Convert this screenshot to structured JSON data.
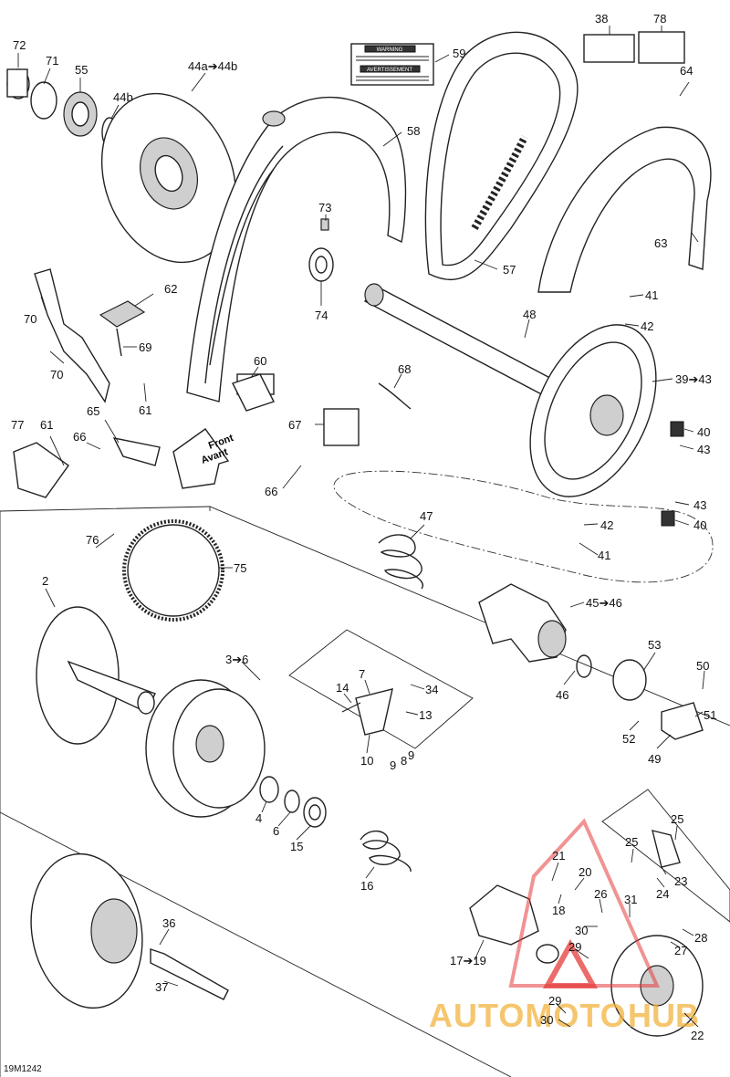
{
  "diagram_code": "19M1242",
  "watermark": {
    "text_a": "AUTOMOTO",
    "text_b": "HUB",
    "accent_color": "#e63a3a",
    "text_color": "#f2b33d"
  },
  "front_arrow": {
    "line1": "Front",
    "line2": "Avant"
  },
  "warning_label": {
    "title1": "WARNING",
    "title2": "AVERTISSEMENT"
  },
  "callouts": {
    "c72": "72",
    "c71": "71",
    "c55": "55",
    "c44a": "44a➔44b",
    "c44b": "44b",
    "c59": "59",
    "c38": "38",
    "c78": "78",
    "c64": "64",
    "c58": "58",
    "c62": "62",
    "c70a": "70",
    "c69": "69",
    "c70b": "70",
    "c73": "73",
    "c57": "57",
    "c74": "74",
    "c63": "63",
    "c41a": "41",
    "c42a": "42",
    "c48": "48",
    "c60": "60",
    "c61a": "61",
    "c68": "68",
    "c39": "39➔43",
    "c65": "65",
    "c40a": "40",
    "c43a": "43",
    "c77": "77",
    "c61b": "61",
    "c66a": "66",
    "c67": "67",
    "c66b": "66",
    "c43b": "43",
    "c42b": "42",
    "c40b": "40",
    "c41b": "41",
    "c47": "47",
    "c76": "76",
    "c75": "75",
    "c2": "2",
    "c45": "45➔46",
    "c53": "53",
    "c3": "3➔6",
    "c7": "7",
    "c14": "14",
    "c34": "34",
    "c13": "13",
    "c50": "50",
    "c46": "46",
    "c51": "51",
    "c52": "52",
    "c10": "10",
    "c9a": "9",
    "c9b": "9",
    "c8": "8",
    "c49": "49",
    "c4": "4",
    "c6": "6",
    "c15": "15",
    "c25a": "25",
    "c25b": "25",
    "c16": "16",
    "c21": "21",
    "c20": "20",
    "c23": "23",
    "c24": "24",
    "c18": "18",
    "c26": "26",
    "c31": "31",
    "c36": "36",
    "c30a": "30",
    "c28": "28",
    "c27": "27",
    "c29a": "29",
    "c17": "17➔19",
    "c37": "37",
    "c29b": "29",
    "c30b": "30",
    "c22": "22"
  }
}
